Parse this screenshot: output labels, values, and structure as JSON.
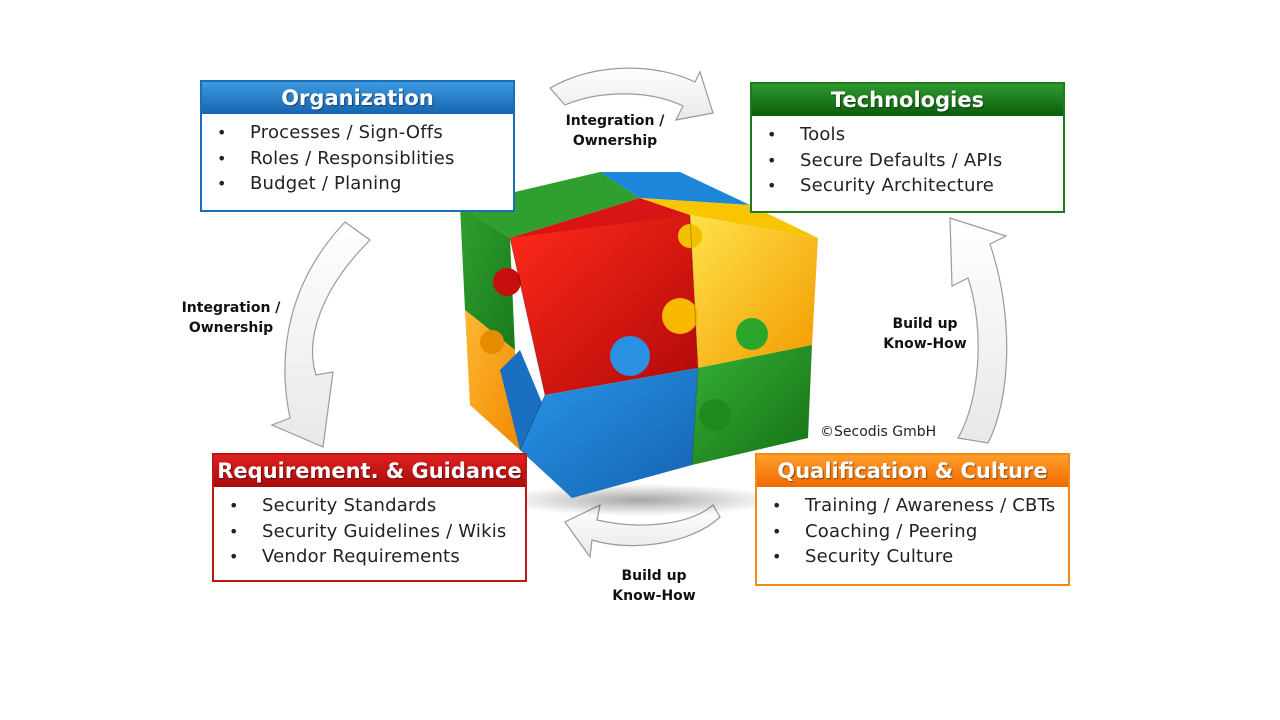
{
  "boxes": {
    "organization": {
      "title": "Organization",
      "items": [
        "Processes / Sign-Offs",
        "Roles / Responsiblities",
        "Budget / Planing"
      ]
    },
    "technologies": {
      "title": "Technologies",
      "items": [
        "Tools",
        "Secure Defaults / APIs",
        "Security Architecture"
      ]
    },
    "requirement": {
      "title": "Requirement. & Guidance",
      "items": [
        "Security Standards",
        "Security Guidelines / Wikis",
        "Vendor Requirements"
      ]
    },
    "qualification": {
      "title": "Qualification & Culture",
      "items": [
        "Training / Awareness / CBTs",
        "Coaching / Peering",
        "Security Culture"
      ]
    }
  },
  "arrows": {
    "top": [
      "Integration /",
      "Ownership"
    ],
    "left": [
      "Integration /",
      "Ownership"
    ],
    "right": [
      "Build up",
      "Know-How"
    ],
    "bottom": [
      "Build up",
      "Know-How"
    ]
  },
  "bullet": "•",
  "copyright": "©Secodis GmbH",
  "colors": {
    "organization": "#1c6fb6",
    "technologies": "#1f7a1f",
    "requirement": "#c11616",
    "qualification": "#f28a1a",
    "cube_red": "#d40f0f",
    "cube_yellow": "#f7c600",
    "cube_green": "#2a9a2a",
    "cube_blue": "#1e7fd0",
    "cube_orange": "#f6a21a"
  }
}
